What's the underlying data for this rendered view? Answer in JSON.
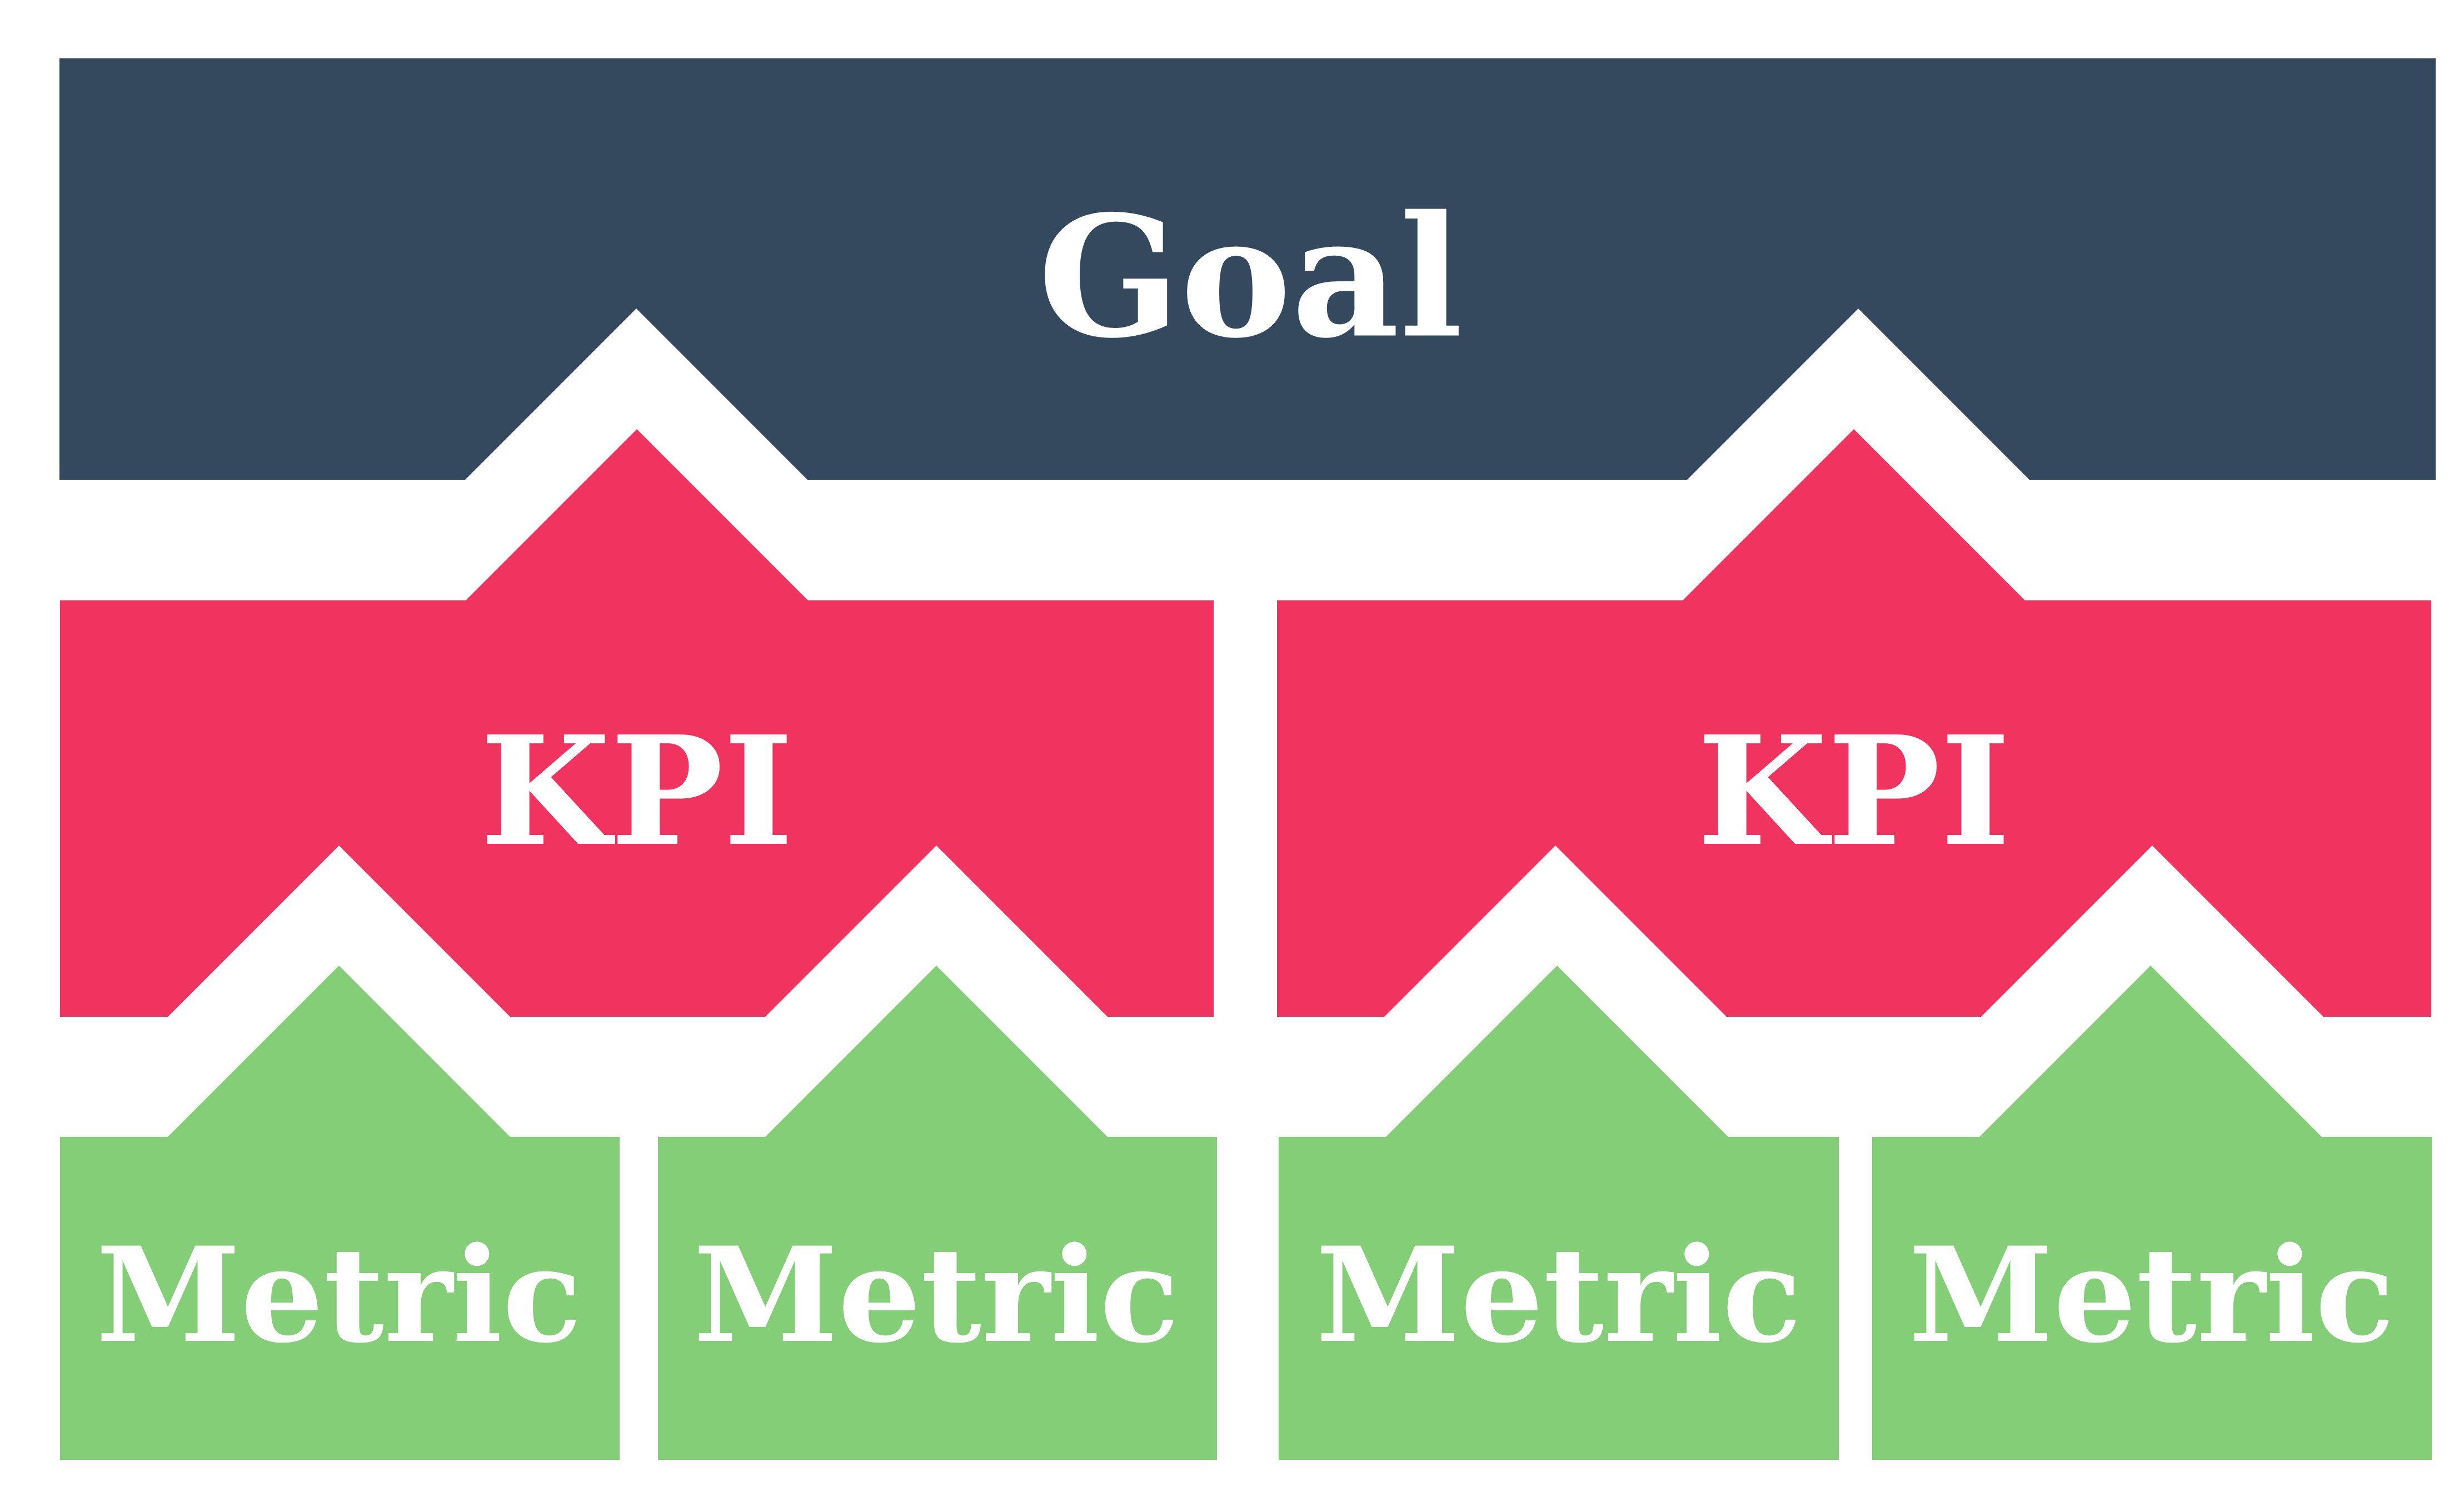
{
  "colors": {
    "goal": "#34495e",
    "kpi": "#f0345f",
    "metric": "#84ce77",
    "text": "#ffffff",
    "background": "#ffffff"
  },
  "goal": {
    "label": "Goal"
  },
  "kpis": [
    {
      "label": "KPI"
    },
    {
      "label": "KPI"
    }
  ],
  "metrics": [
    {
      "label": "Metric"
    },
    {
      "label": "Metric"
    },
    {
      "label": "Metric"
    },
    {
      "label": "Metric"
    }
  ]
}
